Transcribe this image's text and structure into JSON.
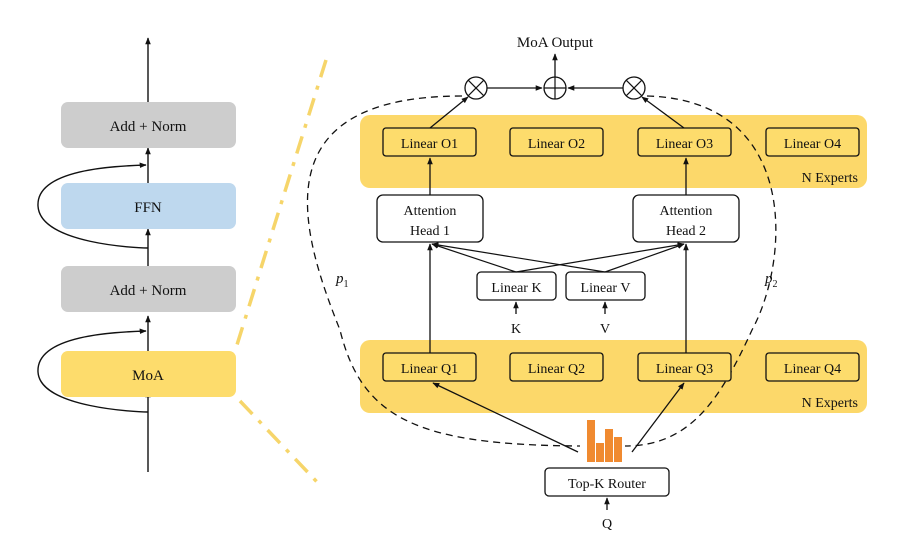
{
  "colors": {
    "gray_block": "#cdcdcd",
    "ffn_block": "#bed8ee",
    "moa_block": "#fddc6c",
    "expert_band": "#fcd86a",
    "router_bars": "#f08a30",
    "divider": "#f6d56a",
    "stroke": "#111111"
  },
  "left": {
    "top_norm": "Add + Norm",
    "ffn": "FFN",
    "mid_norm": "Add + Norm",
    "moa": "MoA"
  },
  "right": {
    "output": "MoA Output",
    "out_experts": [
      "Linear O1",
      "Linear O2",
      "Linear O3",
      "Linear O4"
    ],
    "out_band_label": "N Experts",
    "head1_line1": "Attention",
    "head1_line2": "Head 1",
    "head2_line1": "Attention",
    "head2_line2": "Head 2",
    "linear_k": "Linear K",
    "linear_v": "Linear V",
    "k": "K",
    "v": "V",
    "q_experts": [
      "Linear Q1",
      "Linear Q2",
      "Linear Q3",
      "Linear Q4"
    ],
    "q_band_label": "N Experts",
    "router": "Top-K Router",
    "q": "Q",
    "p1": "p",
    "p1_sub": "1",
    "p2": "p",
    "p2_sub": "2"
  },
  "icons": {
    "multiply": "circled-times-icon",
    "add": "circled-plus-icon",
    "router": "bar-chart-icon"
  }
}
